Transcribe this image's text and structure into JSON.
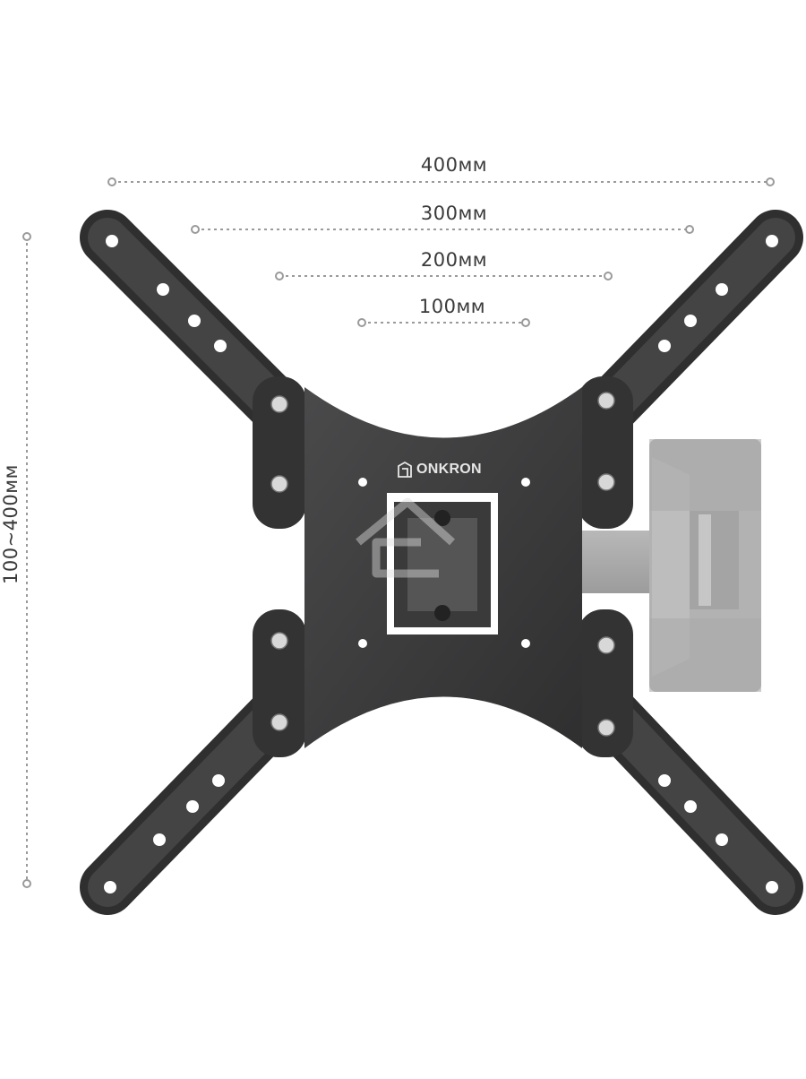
{
  "dimensions": {
    "width_400": "400мм",
    "width_300": "300мм",
    "width_200": "200мм",
    "width_100": "100мм",
    "height_range": "100~400мм"
  },
  "product": {
    "brand": "ONKRON",
    "brand_icon": "onkron-logo-icon"
  },
  "colors": {
    "plate": "#3b3b3c",
    "arm": "#a9a9a9",
    "dimension_line": "#9a9a9a",
    "text": "#3a3a3a"
  }
}
